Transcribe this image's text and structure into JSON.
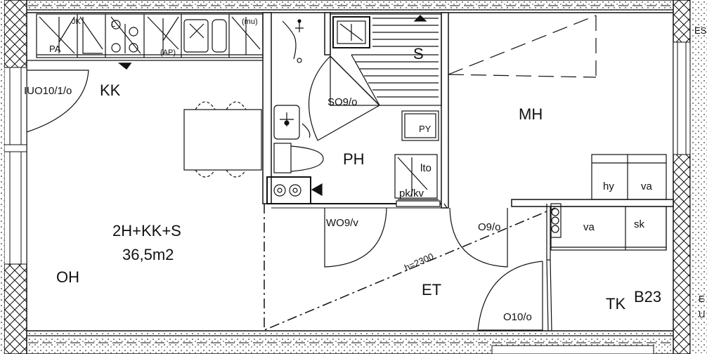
{
  "plan": {
    "apartment_type": "2H+KK+S",
    "area": "36,5m2",
    "apartment_id": "B23",
    "rooms": {
      "kitchen": "KK",
      "living_room": "OH",
      "bedroom": "MH",
      "bathroom": "PH",
      "sauna": "S",
      "hall": "ET",
      "closet_room": "TK"
    },
    "doors": {
      "kitchen_entry": "IUO10/1/o",
      "sauna": "SO9/o",
      "bathroom": "WO9/v",
      "hall": "O9/o",
      "closet": "O10/o"
    },
    "fixtures": {
      "pa": "PA",
      "jk": "JK",
      "l": "L",
      "ap": "(AP)",
      "mu": "(mu)",
      "py": "PY",
      "lto": "lto",
      "pkkv": "pk/kv",
      "hy": "hy",
      "va_top": "va",
      "va_bottom": "va",
      "sk": "sk"
    },
    "ceiling_height": "h=2300",
    "edge_labels": {
      "top_right": "ES",
      "right_b": "E",
      "right_u": "U"
    }
  }
}
